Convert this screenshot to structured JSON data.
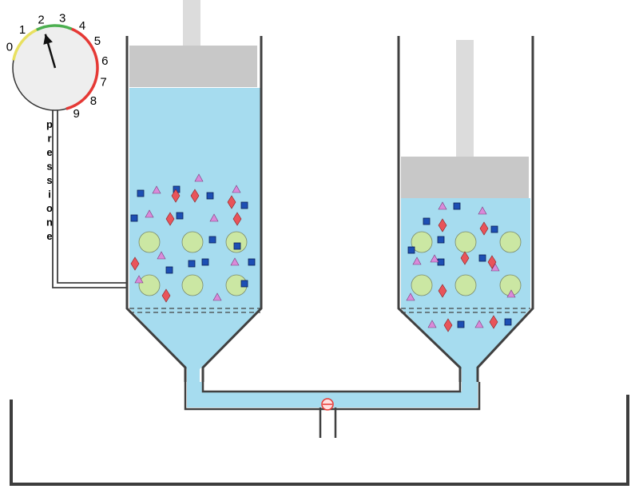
{
  "gauge": {
    "scale": [
      "0",
      "1",
      "2",
      "3",
      "4",
      "5",
      "6",
      "7",
      "8",
      "9"
    ],
    "reading": 2,
    "label": "pressione",
    "colors": {
      "zone_low": "#e8e060",
      "zone_mid": "#4caf50",
      "zone_high": "#e53935",
      "face": "#eeeeee"
    }
  },
  "colors": {
    "liquid": "#a6dcef",
    "piston": "#c8c8c8",
    "rod": "#dcdcdc",
    "sphere": "#cbe7a3",
    "square": "#1d4fb4",
    "triangle": "#d98ad9",
    "diamond": "#e8545a",
    "walls": "#404040"
  }
}
